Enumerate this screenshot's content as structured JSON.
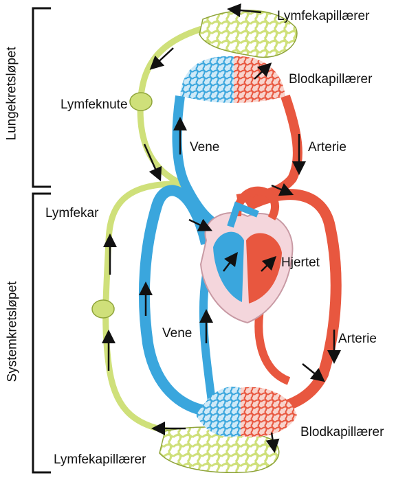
{
  "labels": {
    "lymph_capillaries_top": "Lymfekapillærer",
    "blood_capillaries_top": "Blodkapillærer",
    "lymph_node": "Lymfeknute",
    "vein_top": "Vene",
    "artery_top": "Arterie",
    "lymph_vessel": "Lymfekar",
    "heart": "Hjertet",
    "vein_bottom": "Vene",
    "artery_bottom": "Arterie",
    "blood_capillaries_bottom": "Blodkapillærer",
    "lymph_capillaries_bottom": "Lymfekapillærer"
  },
  "brackets": {
    "pulmonary_circuit": "Lungekretsløpet",
    "systemic_circuit": "Systemkretsløpet"
  },
  "colors": {
    "vein": "#3aa6dd",
    "artery": "#e8573f",
    "lymph": "#cfe07a",
    "lymph_outline": "#8fa43a",
    "heart_wall": "#f4d6dc",
    "arrow": "#111111"
  }
}
